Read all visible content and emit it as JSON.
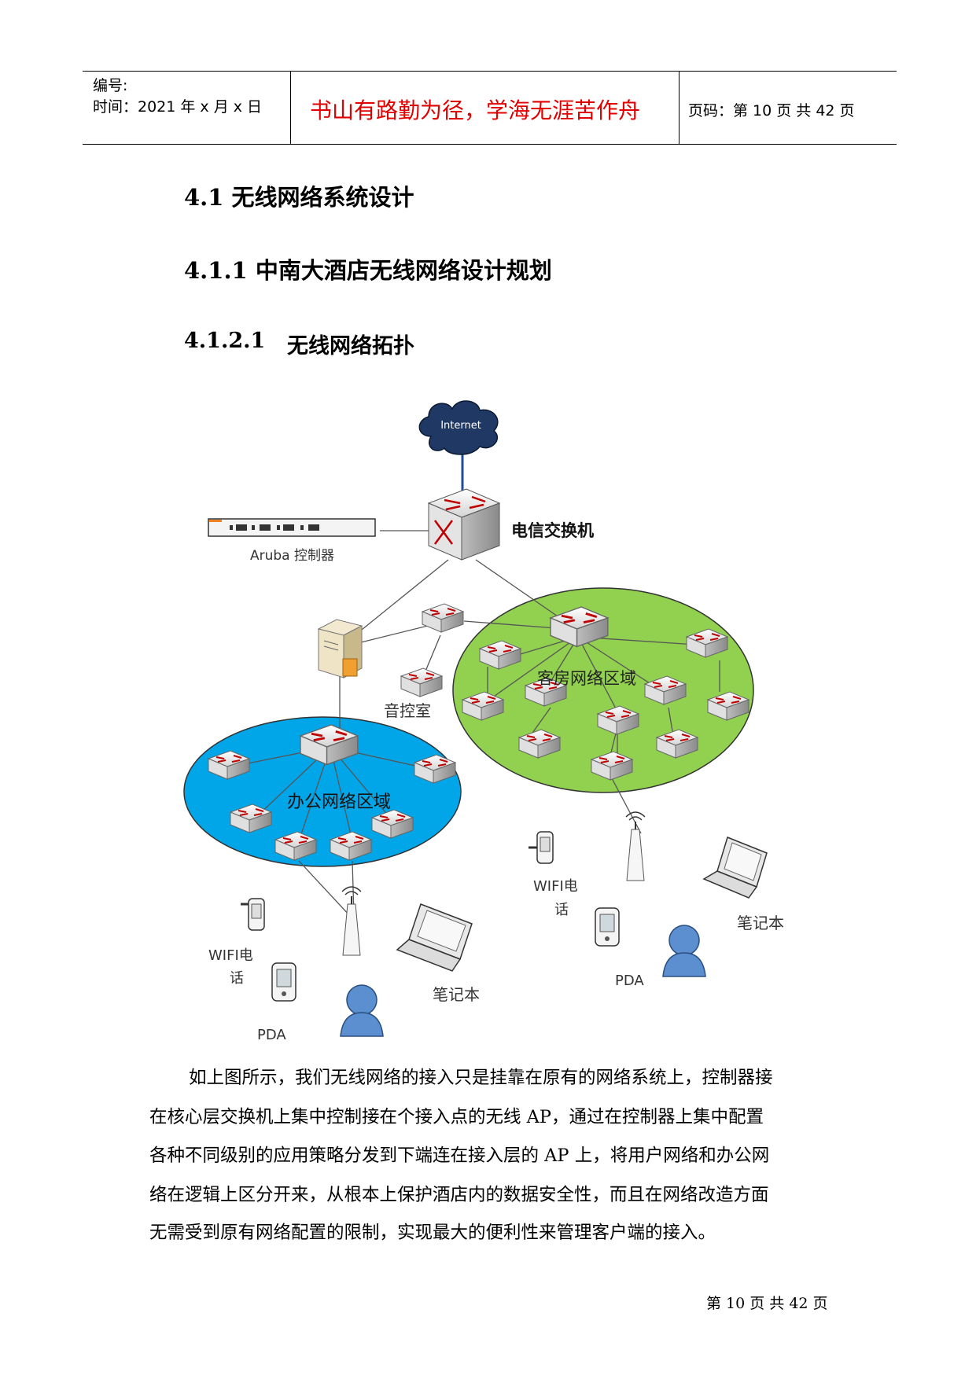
{
  "header": {
    "number_label": "编号:",
    "time_label": "时间：2021 年 x 月 x 日",
    "motto": "书山有路勤为径，学海无涯苦作舟",
    "page_label": "页码：第 10 页  共 42 页"
  },
  "headings": {
    "h1": "4.1  无线网络系统设计",
    "h2": "4.1.1  中南大酒店无线网络设计规划",
    "h3_number": "4.1.2.1",
    "h3_title": "无线网络拓扑"
  },
  "diagram": {
    "internet": "Internet",
    "telecom_switch": "电信交换机",
    "controller": "Aruba 控制器",
    "guest_zone": "客房网络区域",
    "office_zone": "办公网络区域",
    "audio_room": "音控室",
    "office_clients": {
      "wifi_phone": [
        "WIFI电",
        "话"
      ],
      "pda": "PDA",
      "laptop": "笔记本"
    },
    "guest_clients": {
      "wifi_phone": [
        "WIFI电",
        "话"
      ],
      "pda": "PDA",
      "laptop": "笔记本"
    },
    "colors": {
      "office_zone_fill": "#00a6e8",
      "guest_zone_fill": "#92d050",
      "internet_cloud": "#1f3864",
      "uplink": "#1f4e9a"
    }
  },
  "paragraph": [
    "如上图所示，我们无线网络的接入只是挂靠在原有的网络系统上，控制器接",
    "在核心层交换机上集中控制接在个接入点的无线 AP，通过在控制器上集中配置",
    "各种不同级别的应用策略分发到下端连在接入层的 AP 上，将用户网络和办公网",
    "络在逻辑上区分开来，从根本上保护酒店内的数据安全性，而且在网络改造方面",
    "无需受到原有网络配置的限制，实现最大的便利性来管理客户端的接入。"
  ],
  "footer": "第 10 页 共 42 页"
}
